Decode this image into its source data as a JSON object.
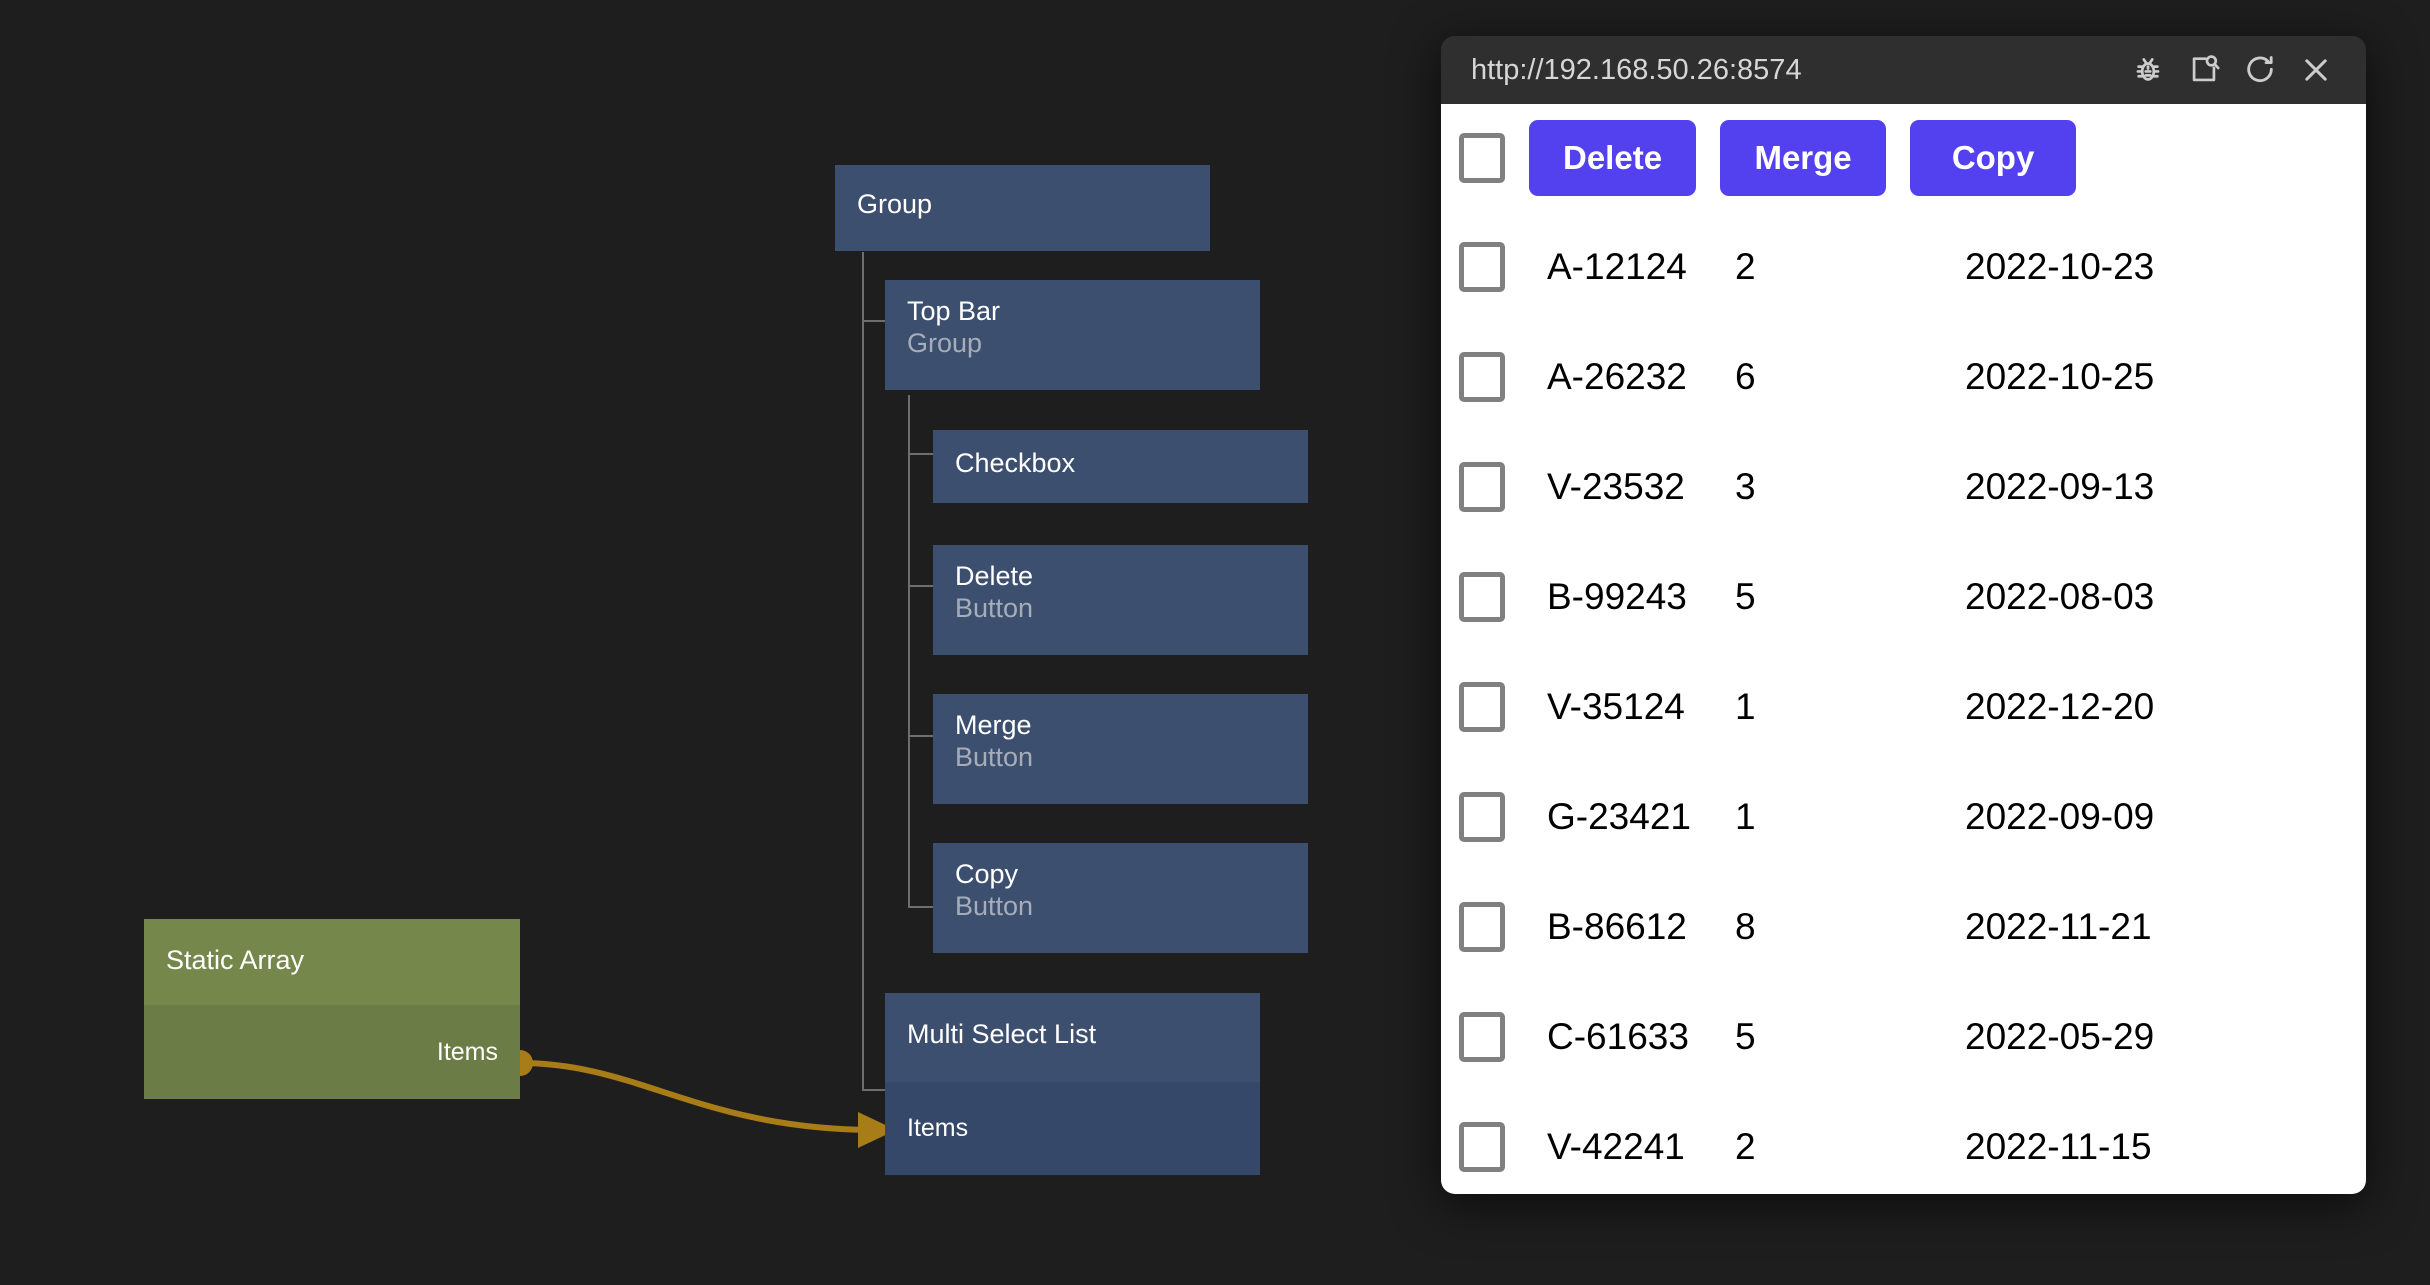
{
  "canvas": {
    "background": "#1e1e1e",
    "wire_color": "#a87d17",
    "node_color": "#3d4f6e",
    "node_body_color": "#36486a",
    "data_node_color": "#76874c"
  },
  "graph": {
    "nodes": [
      {
        "title": "Group",
        "subtitle": "",
        "kind": "group"
      },
      {
        "title": "Top Bar",
        "subtitle": "Group",
        "kind": "group"
      },
      {
        "title": "Checkbox",
        "subtitle": "",
        "kind": "widget"
      },
      {
        "title": "Delete",
        "subtitle": "Button",
        "kind": "widget"
      },
      {
        "title": "Merge",
        "subtitle": "Button",
        "kind": "widget"
      },
      {
        "title": "Copy",
        "subtitle": "Button",
        "kind": "widget"
      },
      {
        "title": "Multi Select List",
        "subtitle": "",
        "kind": "widget",
        "input_port": "Items"
      },
      {
        "title": "Static Array",
        "subtitle": "",
        "kind": "data",
        "output_port": "Items"
      }
    ]
  },
  "browser": {
    "url": "http://192.168.50.26:8574",
    "icons": [
      "bug-icon",
      "inspect-page-icon",
      "reload-icon",
      "close-icon"
    ]
  },
  "page": {
    "toolbar": {
      "select_all_label": "",
      "buttons": [
        "Delete",
        "Merge",
        "Copy"
      ]
    },
    "table": {
      "rows": [
        {
          "id": "A-12124",
          "qty": "2",
          "date": "2022-10-23"
        },
        {
          "id": "A-26232",
          "qty": "6",
          "date": "2022-10-25"
        },
        {
          "id": "V-23532",
          "qty": "3",
          "date": "2022-09-13"
        },
        {
          "id": "B-99243",
          "qty": "5",
          "date": "2022-08-03"
        },
        {
          "id": "V-35124",
          "qty": "1",
          "date": "2022-12-20"
        },
        {
          "id": "G-23421",
          "qty": "1",
          "date": "2022-09-09"
        },
        {
          "id": "B-86612",
          "qty": "8",
          "date": "2022-11-21"
        },
        {
          "id": "C-61633",
          "qty": "5",
          "date": "2022-05-29"
        },
        {
          "id": "V-42241",
          "qty": "2",
          "date": "2022-11-15"
        }
      ]
    }
  }
}
